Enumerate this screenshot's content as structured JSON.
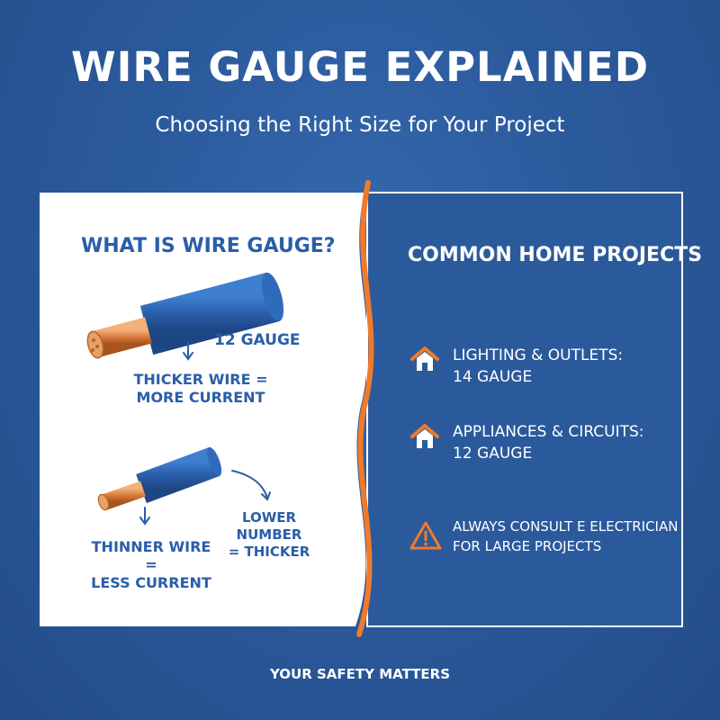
{
  "header": {
    "title": "WIRE GAUGE EXPLAINED",
    "subtitle": "Choosing the Right Size for Your Project"
  },
  "left_panel": {
    "heading": "WHAT IS WIRE GAUGE?",
    "thick_wire_label": "12 GAUGE",
    "thick_wire_note_line1": "THICKER WIRE =",
    "thick_wire_note_line2": "MORE CURRENT",
    "thin_wire_note_line1": "THINNER WIRE =",
    "thin_wire_note_line2": "LESS CURRENT",
    "rule_line1": "LOWER NUMBER",
    "rule_line2": "= THICKER"
  },
  "right_panel": {
    "heading": "COMMON HOME PROJECTS",
    "items": [
      {
        "icon": "house-icon",
        "line1": "LIGHTING & OUTLETS:",
        "line2": "14 GAUGE"
      },
      {
        "icon": "house-icon",
        "line1": "APPLIANCES & CIRCUITS:",
        "line2": "12 GAUGE"
      }
    ],
    "warning": {
      "icon": "warning-icon",
      "line1": "ALWAYS CONSULT E ELECTRICIAN",
      "line2": "FOR LARGE PROJECTS"
    }
  },
  "footer": {
    "text": "YOUR SAFETY MATTERS"
  },
  "colors": {
    "background": "#2b5a9c",
    "panel_white": "#ffffff",
    "text_blue": "#2a5ea8",
    "accent_orange": "#f07a2a",
    "copper": "#d97a3c"
  }
}
